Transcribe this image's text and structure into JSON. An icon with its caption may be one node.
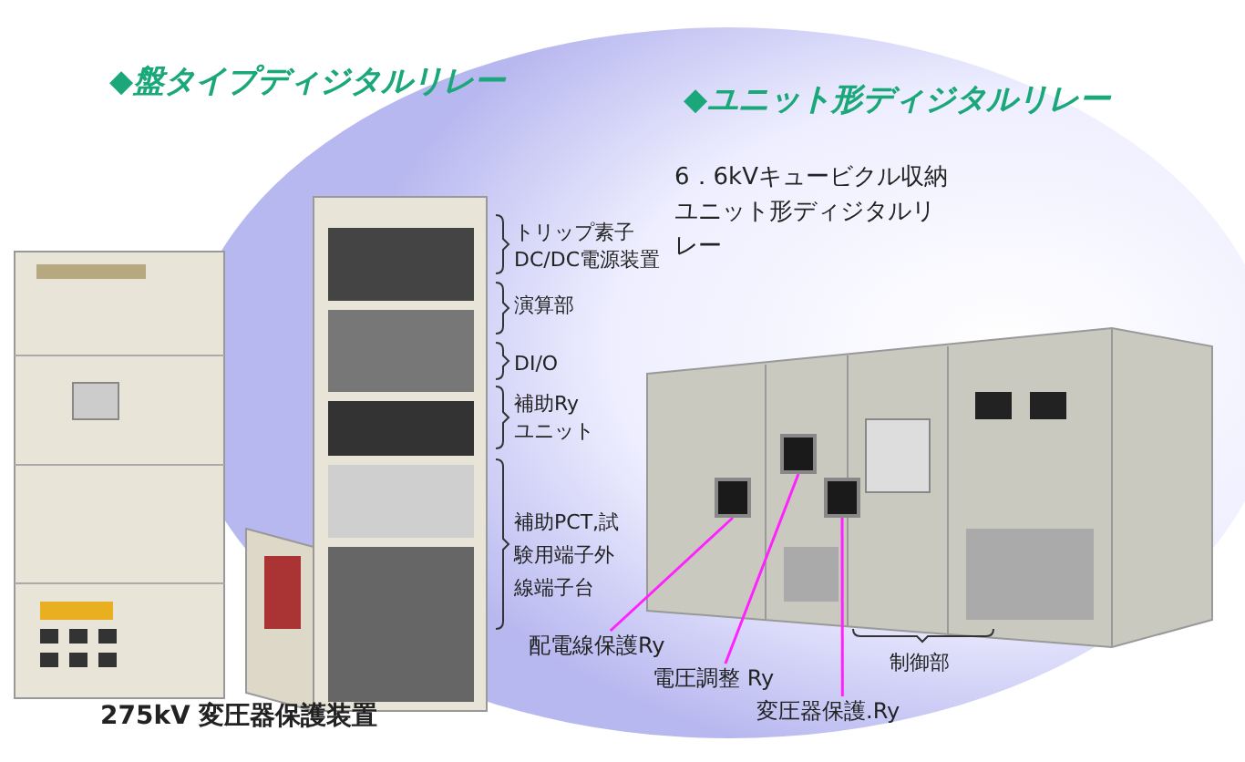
{
  "diagram": {
    "nodes": [
      {
        "text": [
          "配電線保護Ry"
        ]
      },
      {
        "text": [
          "電圧調整 Ry"
        ]
      },
      {
        "text": [
          "変圧器保護.Ry"
        ]
      },
      {
        "text": [],
        "shape": "box"
      },
      {
        "text": [],
        "shape": "box"
      },
      {
        "text": [],
        "shape": "box"
      }
    ],
    "edges": [
      {
        "from": 0,
        "to": 3,
        "arrow": "none"
      },
      {
        "from": 1,
        "to": 4,
        "arrow": "none"
      },
      {
        "from": 2,
        "to": 5,
        "arrow": "none"
      }
    ],
    "labels": [
      "◆盤タイプディジタルリレー",
      "◆ユニット形ディジタルリレー",
      "6．6kVキュービクル収納ユニット形ディジタルリレー",
      "トリップ素子 DC/DC電源装置",
      "演算部",
      "DI/O",
      "補助Ry ユニット",
      "補助PCT,試験用端子外線端子台",
      "制御部",
      "275kV 変圧器保護装置"
    ]
  }
}
